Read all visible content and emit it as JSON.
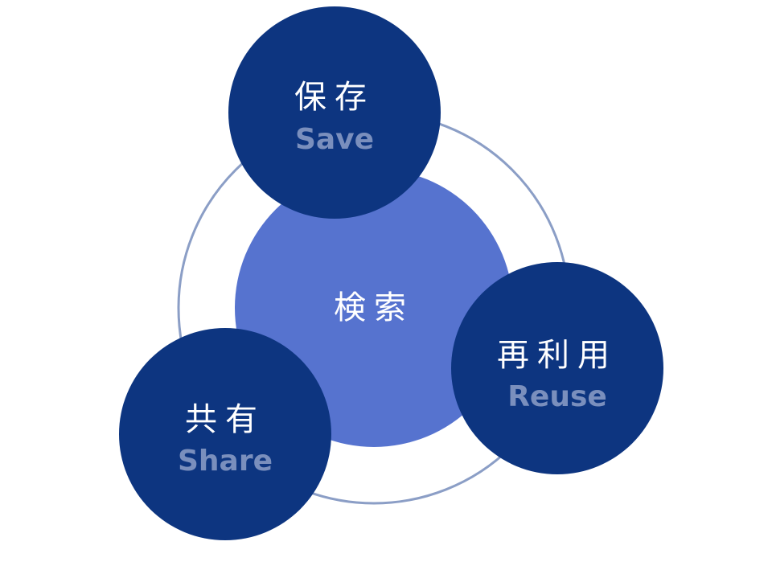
{
  "diagram": {
    "center": {
      "label": "検索"
    },
    "nodes": [
      {
        "id": "save",
        "label_jp": "保存",
        "label_en": "Save"
      },
      {
        "id": "reuse",
        "label_jp": "再利用",
        "label_en": "Reuse"
      },
      {
        "id": "share",
        "label_jp": "共有",
        "label_en": "Share"
      }
    ]
  },
  "colors": {
    "outer_node": "#0d3580",
    "center_node": "#5673cf",
    "ring": "#8b9ec6",
    "en_text": "#7a8fbd",
    "jp_text": "#ffffff"
  }
}
